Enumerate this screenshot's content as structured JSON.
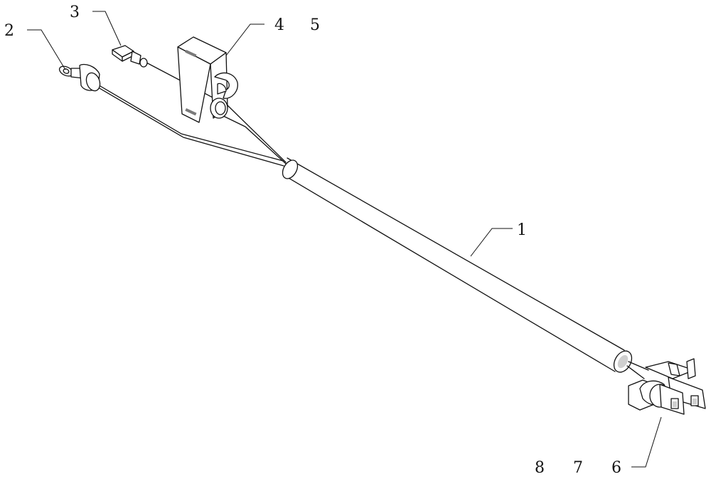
{
  "figure": {
    "labels": {
      "l1": "1",
      "l2": "2",
      "l3": "3",
      "l4": "4",
      "l5": "5",
      "l6": "6",
      "l7": "7",
      "l8": "8"
    }
  }
}
